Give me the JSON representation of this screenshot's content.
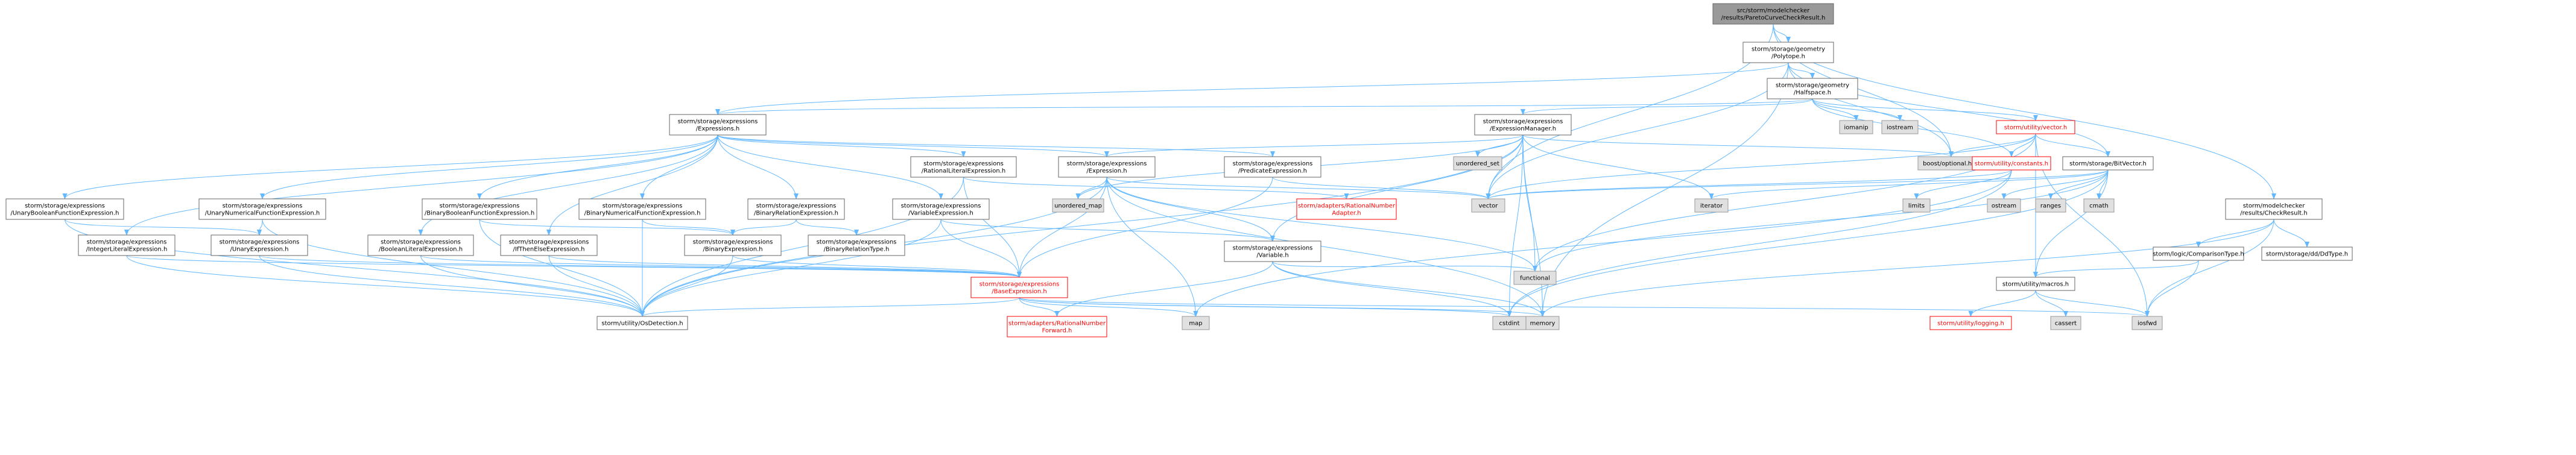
{
  "graph_title": "src/storm/modelchecker/results/ParetoCurveCheckResult.h",
  "colors": {
    "root_fill": "#999999",
    "node_fill": "#ffffff",
    "node_border": "#666666",
    "sys_fill": "#e0e0e0",
    "sys_border": "#999999",
    "missing_border": "#ff0000",
    "missing_text": "#ff0000",
    "edge": "#63b8ff",
    "text": "#000000"
  },
  "nodes": [
    {
      "id": "root",
      "kind": "root",
      "lines": [
        "src/storm/modelchecker",
        "/results/ParetoCurveCheckResult.h"
      ]
    },
    {
      "id": "polytope",
      "kind": "file",
      "lines": [
        "storm/storage/geometry",
        "/Polytope.h"
      ]
    },
    {
      "id": "checkresult",
      "kind": "file",
      "lines": [
        "storm/modelchecker",
        "/results/CheckResult.h"
      ]
    },
    {
      "id": "halfspace",
      "kind": "file",
      "lines": [
        "storm/storage/geometry",
        "/Halfspace.h"
      ]
    },
    {
      "id": "expressions",
      "kind": "file",
      "lines": [
        "storm/storage/expressions",
        "/Expressions.h"
      ]
    },
    {
      "id": "iomanip",
      "kind": "sys",
      "lines": [
        "iomanip"
      ]
    },
    {
      "id": "iostream",
      "kind": "sys",
      "lines": [
        "iostream"
      ]
    },
    {
      "id": "exprmanager",
      "kind": "file",
      "lines": [
        "storm/storage/expressions",
        "/ExpressionManager.h"
      ]
    },
    {
      "id": "uvector",
      "kind": "missing",
      "lines": [
        "storm/utility/vector.h"
      ]
    },
    {
      "id": "unordered_set",
      "kind": "sys",
      "lines": [
        "unordered_set"
      ]
    },
    {
      "id": "boostopt",
      "kind": "sys",
      "lines": [
        "boost/optional.hpp"
      ]
    },
    {
      "id": "uconstants",
      "kind": "missing",
      "lines": [
        "storm/utility/constants.h"
      ]
    },
    {
      "id": "bitvector",
      "kind": "file",
      "lines": [
        "storm/storage/BitVector.h"
      ]
    },
    {
      "id": "ubf_expr",
      "kind": "file",
      "lines": [
        "storm/storage/expressions",
        "/UnaryBooleanFunctionExpression.h"
      ]
    },
    {
      "id": "unf_expr",
      "kind": "file",
      "lines": [
        "storm/storage/expressions",
        "/UnaryNumericalFunctionExpression.h"
      ]
    },
    {
      "id": "int_lit",
      "kind": "file",
      "lines": [
        "storm/storage/expressions",
        "/IntegerLiteralExpression.h"
      ]
    },
    {
      "id": "unary_expr",
      "kind": "file",
      "lines": [
        "storm/storage/expressions",
        "/UnaryExpression.h"
      ]
    },
    {
      "id": "bool_lit",
      "kind": "file",
      "lines": [
        "storm/storage/expressions",
        "/BooleanLiteralExpression.h"
      ]
    },
    {
      "id": "bbf_expr",
      "kind": "file",
      "lines": [
        "storm/storage/expressions",
        "/BinaryBooleanFunctionExpression.h"
      ]
    },
    {
      "id": "ite_expr",
      "kind": "file",
      "lines": [
        "storm/storage/expressions",
        "/IfThenElseExpression.h"
      ]
    },
    {
      "id": "bnf_expr",
      "kind": "file",
      "lines": [
        "storm/storage/expressions",
        "/BinaryNumericalFunctionExpression.h"
      ]
    },
    {
      "id": "brel_expr",
      "kind": "file",
      "lines": [
        "storm/storage/expressions",
        "/BinaryRelationExpression.h"
      ]
    },
    {
      "id": "binary_expr",
      "kind": "file",
      "lines": [
        "storm/storage/expressions",
        "/BinaryExpression.h"
      ]
    },
    {
      "id": "brel_type",
      "kind": "file",
      "lines": [
        "storm/storage/expressions",
        "/BinaryRelationType.h"
      ]
    },
    {
      "id": "rat_lit",
      "kind": "file",
      "lines": [
        "storm/storage/expressions",
        "/RationalLiteralExpression.h"
      ]
    },
    {
      "id": "expression",
      "kind": "file",
      "lines": [
        "storm/storage/expressions",
        "/Expression.h"
      ]
    },
    {
      "id": "var_expr",
      "kind": "file",
      "lines": [
        "storm/storage/expressions",
        "/VariableExpression.h"
      ]
    },
    {
      "id": "unordered_map",
      "kind": "sys",
      "lines": [
        "unordered_map"
      ]
    },
    {
      "id": "pred_expr",
      "kind": "file",
      "lines": [
        "storm/storage/expressions",
        "/PredicateExpression.h"
      ]
    },
    {
      "id": "rna_adapter",
      "kind": "missing",
      "lines": [
        "storm/adapters/RationalNumber",
        "Adapter.h"
      ]
    },
    {
      "id": "vector",
      "kind": "sys",
      "lines": [
        "vector"
      ]
    },
    {
      "id": "iterator",
      "kind": "sys",
      "lines": [
        "iterator"
      ]
    },
    {
      "id": "limits",
      "kind": "sys",
      "lines": [
        "limits"
      ]
    },
    {
      "id": "ostream",
      "kind": "sys",
      "lines": [
        "ostream"
      ]
    },
    {
      "id": "ranges",
      "kind": "sys",
      "lines": [
        "ranges"
      ]
    },
    {
      "id": "cmath",
      "kind": "sys",
      "lines": [
        "cmath"
      ]
    },
    {
      "id": "variable",
      "kind": "file",
      "lines": [
        "storm/storage/expressions",
        "/Variable.h"
      ]
    },
    {
      "id": "base_expr",
      "kind": "missing",
      "lines": [
        "storm/storage/expressions",
        "/BaseExpression.h"
      ]
    },
    {
      "id": "functional",
      "kind": "sys",
      "lines": [
        "functional"
      ]
    },
    {
      "id": "ios_detect",
      "kind": "file",
      "lines": [
        "storm/utility/OsDetection.h"
      ]
    },
    {
      "id": "rnf_adapter",
      "kind": "missing",
      "lines": [
        "storm/adapters/RationalNumber",
        "Forward.h"
      ]
    },
    {
      "id": "map",
      "kind": "sys",
      "lines": [
        "map"
      ]
    },
    {
      "id": "cstdint",
      "kind": "sys",
      "lines": [
        "cstdint"
      ]
    },
    {
      "id": "memory",
      "kind": "sys",
      "lines": [
        "memory"
      ]
    },
    {
      "id": "iosfwd",
      "kind": "sys",
      "lines": [
        "iosfwd"
      ]
    },
    {
      "id": "comptype",
      "kind": "file",
      "lines": [
        "storm/logic/ComparisonType.h"
      ]
    },
    {
      "id": "dd_type",
      "kind": "file",
      "lines": [
        "storm/storage/dd/DdType.h"
      ]
    },
    {
      "id": "macros",
      "kind": "file",
      "lines": [
        "storm/utility/macros.h"
      ]
    },
    {
      "id": "logging",
      "kind": "missing",
      "lines": [
        "storm/utility/logging.h"
      ]
    },
    {
      "id": "cassert",
      "kind": "sys",
      "lines": [
        "cassert"
      ]
    }
  ],
  "edges": [
    [
      "root",
      "polytope"
    ],
    [
      "root",
      "checkresult"
    ],
    [
      "root",
      "vector"
    ],
    [
      "root",
      "boostopt"
    ],
    [
      "polytope",
      "halfspace"
    ],
    [
      "polytope",
      "expressions"
    ],
    [
      "polytope",
      "vector"
    ],
    [
      "polytope",
      "boostopt"
    ],
    [
      "polytope",
      "bitvector"
    ],
    [
      "polytope",
      "memory"
    ],
    [
      "halfspace",
      "expressions"
    ],
    [
      "halfspace",
      "iomanip"
    ],
    [
      "halfspace",
      "iostream"
    ],
    [
      "halfspace",
      "exprmanager"
    ],
    [
      "halfspace",
      "uvector"
    ],
    [
      "halfspace",
      "uconstants"
    ],
    [
      "expressions",
      "ubf_expr"
    ],
    [
      "expressions",
      "unf_expr"
    ],
    [
      "expressions",
      "int_lit"
    ],
    [
      "expressions",
      "bool_lit"
    ],
    [
      "expressions",
      "bbf_expr"
    ],
    [
      "expressions",
      "ite_expr"
    ],
    [
      "expressions",
      "bnf_expr"
    ],
    [
      "expressions",
      "brel_expr"
    ],
    [
      "expressions",
      "rat_lit"
    ],
    [
      "expressions",
      "expression"
    ],
    [
      "expressions",
      "var_expr"
    ],
    [
      "expressions",
      "pred_expr"
    ],
    [
      "exprmanager",
      "expression"
    ],
    [
      "exprmanager",
      "unordered_set"
    ],
    [
      "exprmanager",
      "unordered_map"
    ],
    [
      "exprmanager",
      "vector"
    ],
    [
      "exprmanager",
      "iterator"
    ],
    [
      "exprmanager",
      "variable"
    ],
    [
      "exprmanager",
      "cstdint"
    ],
    [
      "exprmanager",
      "memory"
    ],
    [
      "exprmanager",
      "boostopt"
    ],
    [
      "exprmanager",
      "ios_detect"
    ],
    [
      "exprmanager",
      "functional"
    ],
    [
      "uvector",
      "boostopt"
    ],
    [
      "uvector",
      "uconstants"
    ],
    [
      "uvector",
      "bitvector"
    ],
    [
      "uvector",
      "vector"
    ],
    [
      "uvector",
      "macros"
    ],
    [
      "uvector",
      "iosfwd"
    ],
    [
      "uvector",
      "functional"
    ],
    [
      "uconstants",
      "vector"
    ],
    [
      "uconstants",
      "limits"
    ],
    [
      "uconstants",
      "cstdint"
    ],
    [
      "uconstants",
      "map"
    ],
    [
      "bitvector",
      "iterator"
    ],
    [
      "bitvector",
      "ostream"
    ],
    [
      "bitvector",
      "ranges"
    ],
    [
      "bitvector",
      "cmath"
    ],
    [
      "bitvector",
      "vector"
    ],
    [
      "bitvector",
      "cstdint"
    ],
    [
      "bitvector",
      "functional"
    ],
    [
      "bitvector",
      "macros"
    ],
    [
      "ubf_expr",
      "unary_expr"
    ],
    [
      "ubf_expr",
      "ios_detect"
    ],
    [
      "unf_expr",
      "unary_expr"
    ],
    [
      "unf_expr",
      "ios_detect"
    ],
    [
      "int_lit",
      "base_expr"
    ],
    [
      "int_lit",
      "ios_detect"
    ],
    [
      "unary_expr",
      "base_expr"
    ],
    [
      "unary_expr",
      "ios_detect"
    ],
    [
      "bool_lit",
      "base_expr"
    ],
    [
      "bool_lit",
      "ios_detect"
    ],
    [
      "bbf_expr",
      "binary_expr"
    ],
    [
      "bbf_expr",
      "ios_detect"
    ],
    [
      "ite_expr",
      "base_expr"
    ],
    [
      "ite_expr",
      "ios_detect"
    ],
    [
      "bnf_expr",
      "binary_expr"
    ],
    [
      "bnf_expr",
      "ios_detect"
    ],
    [
      "brel_expr",
      "binary_expr"
    ],
    [
      "brel_expr",
      "brel_type"
    ],
    [
      "binary_expr",
      "base_expr"
    ],
    [
      "binary_expr",
      "ios_detect"
    ],
    [
      "rat_lit",
      "base_expr"
    ],
    [
      "rat_lit",
      "ios_detect"
    ],
    [
      "rat_lit",
      "rna_adapter"
    ],
    [
      "expression",
      "base_expr"
    ],
    [
      "expression",
      "ios_detect"
    ],
    [
      "expression",
      "map"
    ],
    [
      "expression",
      "unordered_map"
    ],
    [
      "expression",
      "vector"
    ],
    [
      "expression",
      "functional"
    ],
    [
      "expression",
      "memory"
    ],
    [
      "expression",
      "variable"
    ],
    [
      "var_expr",
      "base_expr"
    ],
    [
      "var_expr",
      "ios_detect"
    ],
    [
      "var_expr",
      "variable"
    ],
    [
      "pred_expr",
      "base_expr"
    ],
    [
      "pred_expr",
      "vector"
    ],
    [
      "variable",
      "cstdint"
    ],
    [
      "variable",
      "memory"
    ],
    [
      "variable",
      "functional"
    ],
    [
      "variable",
      "rnf_adapter"
    ],
    [
      "base_expr",
      "ios_detect"
    ],
    [
      "base_expr",
      "rnf_adapter"
    ],
    [
      "base_expr",
      "map"
    ],
    [
      "base_expr",
      "memory"
    ],
    [
      "base_expr",
      "iosfwd"
    ],
    [
      "base_expr",
      "cstdint"
    ],
    [
      "checkresult",
      "comptype"
    ],
    [
      "checkresult",
      "dd_type"
    ],
    [
      "checkresult",
      "iosfwd"
    ],
    [
      "checkresult",
      "memory"
    ],
    [
      "comptype",
      "macros"
    ],
    [
      "comptype",
      "iosfwd"
    ],
    [
      "macros",
      "logging"
    ],
    [
      "macros",
      "cassert"
    ],
    [
      "macros",
      "iosfwd"
    ]
  ]
}
